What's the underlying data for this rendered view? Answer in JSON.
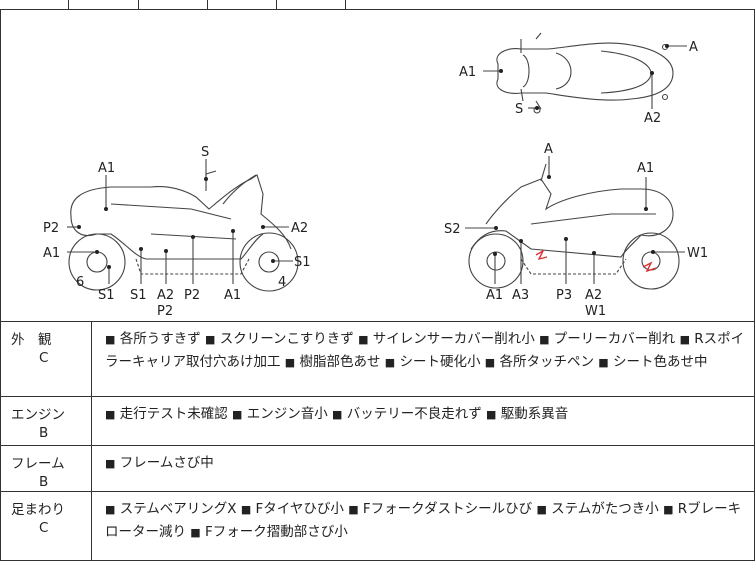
{
  "diagram": {
    "top_view_labels": [
      "A",
      "A1",
      "S",
      "A2"
    ],
    "left_side_labels": [
      "S",
      "A1",
      "P2",
      "A1",
      "A2",
      "S1",
      "6",
      "S1",
      "S1",
      "A2",
      "P2",
      "P2",
      "A1",
      "4"
    ],
    "right_side_labels": [
      "A",
      "A1",
      "S2",
      "W1",
      "A1",
      "A3",
      "P3",
      "A2",
      "W1"
    ]
  },
  "sections": [
    {
      "category": "外　観",
      "grade": "C",
      "items": [
        "各所うすきず",
        "スクリーンこすりきず",
        "サイレンサーカバー削れ小",
        "プーリーカバー削れ",
        "Rスポイラーキャリア取付穴あけ加工",
        "樹脂部色あせ",
        "シート硬化小",
        "各所タッチペン",
        "シート色あせ中"
      ]
    },
    {
      "category": "エンジン",
      "grade": "B",
      "items": [
        "走行テスト未確認",
        "エンジン音小",
        "バッテリー不良走れず",
        "駆動系異音"
      ]
    },
    {
      "category": "フレーム",
      "grade": "B",
      "items": [
        "フレームさび中"
      ]
    },
    {
      "category": "足まわり",
      "grade": "C",
      "items": [
        "ステムベアリングX",
        "Fタイヤひび小",
        "Fフォークダストシールひび",
        "ステムがたつき小",
        "Rブレーキローター減り",
        "Fフォーク摺動部さび小"
      ]
    }
  ]
}
